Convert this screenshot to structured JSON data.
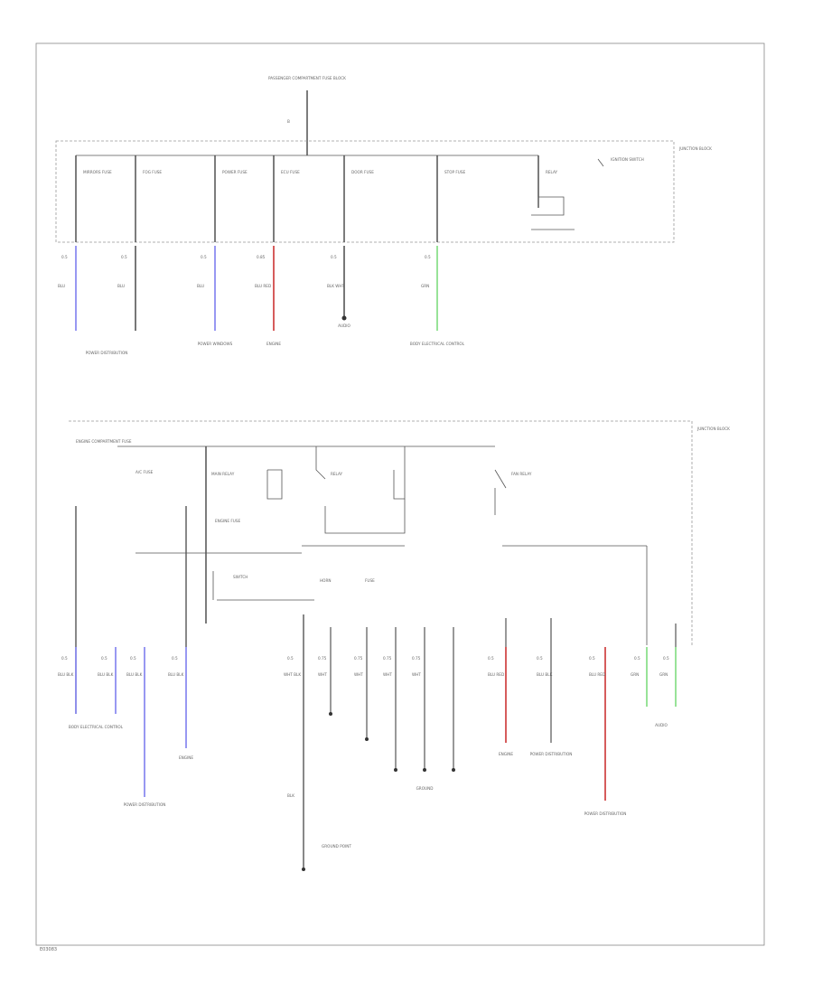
{
  "colors": {
    "blue": "#8c8cf0",
    "red": "#d24a4a",
    "green": "#8ce08c",
    "dark": "#444444",
    "box": "#999999"
  },
  "icons": [
    "ground-symbol-icon",
    "switch-icon",
    "fuse-icon",
    "relay-icon"
  ],
  "diagram_id": "E03083",
  "upper": {
    "top_source": "PASSENGER COMPARTMENT FUSE BLOCK",
    "top_wire": "B",
    "panel": "JUNCTION BLOCK",
    "fuses": [
      {
        "label": "MIRRORS FUSE",
        "wire_code": "0.5",
        "color": "BLU",
        "dest": "POWER DISTRIBUTION",
        "dest_id": "power-distribution"
      },
      {
        "label": "FOG FUSE",
        "wire_code": "0.5",
        "color": "BLU",
        "dest": "",
        "dest_id": ""
      },
      {
        "label": "POWER FUSE",
        "wire_code": "0.5",
        "color": "BLU",
        "dest": "POWER WINDOWS",
        "dest_id": "power-windows"
      },
      {
        "label": "ECU FUSE",
        "wire_code": "0.85",
        "color": "BLU RED",
        "dest": "ENGINE",
        "dest_id": "engine"
      },
      {
        "label": "DOOR FUSE",
        "wire_code": "0.5",
        "color": "BLK WHT",
        "dest": "AUDIO",
        "dest_id": "audio"
      },
      {
        "label": "STOP FUSE",
        "wire_code": "0.5",
        "color": "GRN",
        "dest": "BODY ELECTRICAL CONTROL",
        "dest_id": "body-electrical-control"
      }
    ],
    "ignition_switch": "IGNITION SWITCH",
    "relay": "RELAY"
  },
  "lower": {
    "panel": "JUNCTION BLOCK",
    "source": "ENGINE COMPARTMENT FUSE",
    "main_relay": "MAIN RELAY",
    "relays": [
      "RELAY",
      "FAN RELAY"
    ],
    "mid_labels": [
      "A/C FUSE",
      "ENGINE FUSE",
      "SWITCH",
      "HORN",
      "FUSE"
    ],
    "drops": [
      {
        "code": "0.5",
        "color": "BLU BLK"
      },
      {
        "code": "0.5",
        "color": "BLU BLK"
      },
      {
        "code": "0.5",
        "color": "BLU BLK"
      },
      {
        "code": "0.5",
        "color": "BLU BLK"
      },
      {
        "code": "0.5",
        "color": "WHT BLK"
      },
      {
        "code": "0.75",
        "color": "WHT"
      },
      {
        "code": "0.75",
        "color": "WHT"
      },
      {
        "code": "0.75",
        "color": "WHT"
      },
      {
        "code": "0.75",
        "color": "WHT"
      },
      {
        "code": "0.5",
        "color": "BLU RED"
      },
      {
        "code": "0.5",
        "color": "BLU BLK"
      },
      {
        "code": "0.5",
        "color": "BLU RED"
      },
      {
        "code": "0.5",
        "color": "GRN"
      },
      {
        "code": "0.5",
        "color": "GRN"
      }
    ],
    "destinations": [
      "BODY ELECTRICAL CONTROL",
      "ENGINE",
      "POWER DISTRIBUTION",
      "GROUND",
      "ENGINE",
      "POWER DISTRIBUTION",
      "POWER DISTRIBUTION",
      "AUDIO"
    ],
    "ground_wire": "BLK",
    "ground_label": "GROUND POINT"
  }
}
